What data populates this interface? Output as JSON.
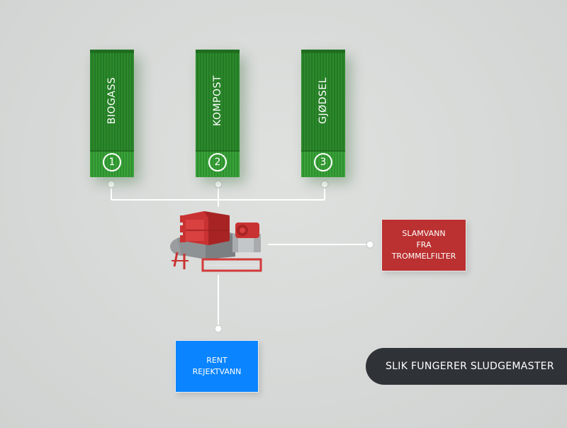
{
  "containers": [
    {
      "label": "BIOGASS",
      "number": "1"
    },
    {
      "label": "KOMPOST",
      "number": "2"
    },
    {
      "label": "GJØDSEL",
      "number": "3"
    }
  ],
  "input_box": {
    "lines": [
      "SLAMVANN",
      "FRA",
      "TROMMELFILTER"
    ],
    "color": "#bb3030"
  },
  "output_box": {
    "lines": [
      "RENT",
      "REJEKTVANN"
    ],
    "color": "#0a84ff"
  },
  "cta": {
    "label": "SLIK FUNGERER SLUDGEMASTER"
  },
  "colors": {
    "container_green": "#2c8a2c",
    "machine_red": "#c93232",
    "connector": "#ffffff",
    "cta_bg": "#2f3338"
  },
  "icons": {
    "machine": "sludgemaster-machine-illustration"
  }
}
